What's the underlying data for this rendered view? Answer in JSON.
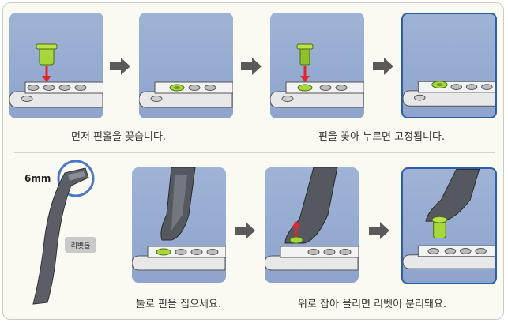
{
  "captions": {
    "step1": "먼저 핀홀을 꽂습니다.",
    "step2": "핀을 꽂아 누르면 고정됩니다.",
    "step3": "툴로 핀을 집으세요.",
    "step4": "위로 잡아 올리면 리벳이 분리돼요."
  },
  "tool": {
    "size_label": "6mm",
    "name_label": "리벳툴"
  },
  "colors": {
    "panel_bg": "#9fb3d6",
    "pin_green": "#a6d63a",
    "arrow_red": "#e0262a",
    "highlight_border": "#2d5fa8"
  }
}
